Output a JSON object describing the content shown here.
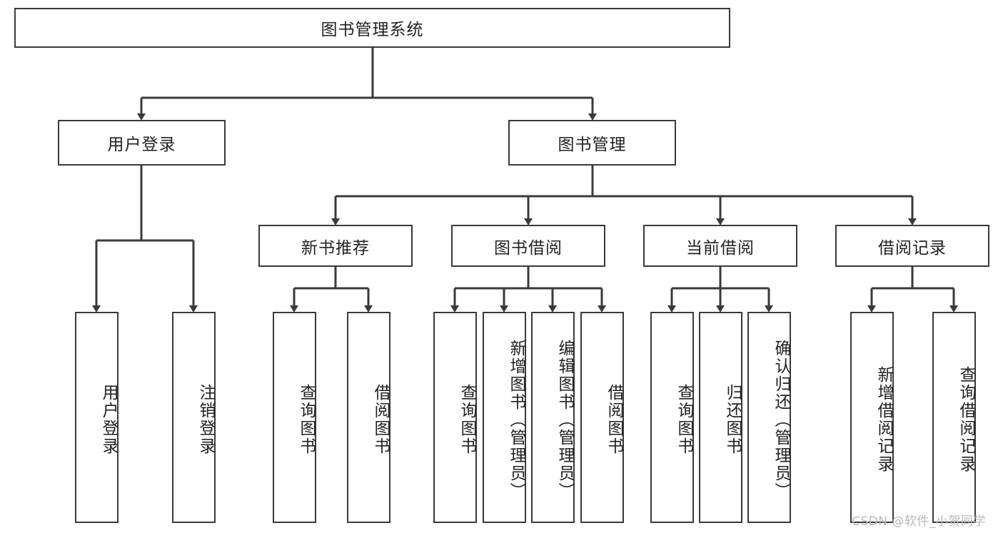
{
  "diagram": {
    "title_node": {
      "id": "root",
      "label": "图书管理系统",
      "orientation": "horizontal"
    },
    "level2": [
      {
        "id": "user-login",
        "label": "用户登录",
        "orientation": "horizontal"
      },
      {
        "id": "book-manage",
        "label": "图书管理",
        "orientation": "horizontal"
      }
    ],
    "level3": [
      {
        "id": "new-book-recommend",
        "label": "新书推荐",
        "orientation": "horizontal",
        "parent": "book-manage"
      },
      {
        "id": "book-borrow",
        "label": "图书借阅",
        "orientation": "horizontal",
        "parent": "book-manage"
      },
      {
        "id": "current-borrow",
        "label": "当前借阅",
        "orientation": "horizontal",
        "parent": "book-manage"
      },
      {
        "id": "borrow-record",
        "label": "借阅记录",
        "orientation": "horizontal",
        "parent": "book-manage"
      }
    ],
    "leaves": [
      {
        "id": "leaf-user-login",
        "label": "用户登录",
        "orientation": "vertical",
        "parent": "user-login"
      },
      {
        "id": "leaf-user-logout",
        "label": "注销登录",
        "orientation": "vertical",
        "parent": "user-login"
      },
      {
        "id": "leaf-query-book-1",
        "label": "查询图书",
        "orientation": "vertical",
        "parent": "new-book-recommend"
      },
      {
        "id": "leaf-borrow-book-1",
        "label": "借阅图书",
        "orientation": "vertical",
        "parent": "new-book-recommend"
      },
      {
        "id": "leaf-query-book-2",
        "label": "查询图书",
        "orientation": "vertical",
        "parent": "book-borrow"
      },
      {
        "id": "leaf-add-book",
        "label": "新增图书（管理员）",
        "orientation": "vertical",
        "parent": "book-borrow"
      },
      {
        "id": "leaf-edit-book",
        "label": "编辑图书（管理员）",
        "orientation": "vertical",
        "parent": "book-borrow"
      },
      {
        "id": "leaf-borrow-book-2",
        "label": "借阅图书",
        "orientation": "vertical",
        "parent": "book-borrow"
      },
      {
        "id": "leaf-query-book-3",
        "label": "查询图书",
        "orientation": "vertical",
        "parent": "current-borrow"
      },
      {
        "id": "leaf-return-book",
        "label": "归还图书",
        "orientation": "vertical",
        "parent": "current-borrow"
      },
      {
        "id": "leaf-confirm-return",
        "label": "确认归还（管理员）",
        "orientation": "vertical",
        "parent": "current-borrow"
      },
      {
        "id": "leaf-add-record",
        "label": "新增借阅记录",
        "orientation": "vertical",
        "parent": "borrow-record"
      },
      {
        "id": "leaf-query-record",
        "label": "查询借阅记录",
        "orientation": "vertical",
        "parent": "borrow-record"
      }
    ],
    "watermark": "CSDN @软件_小贺同学",
    "colors": {
      "stroke": "#3a3a3a",
      "fill": "#ffffff",
      "text": "#222222",
      "watermark": "#b9b9b9"
    }
  }
}
